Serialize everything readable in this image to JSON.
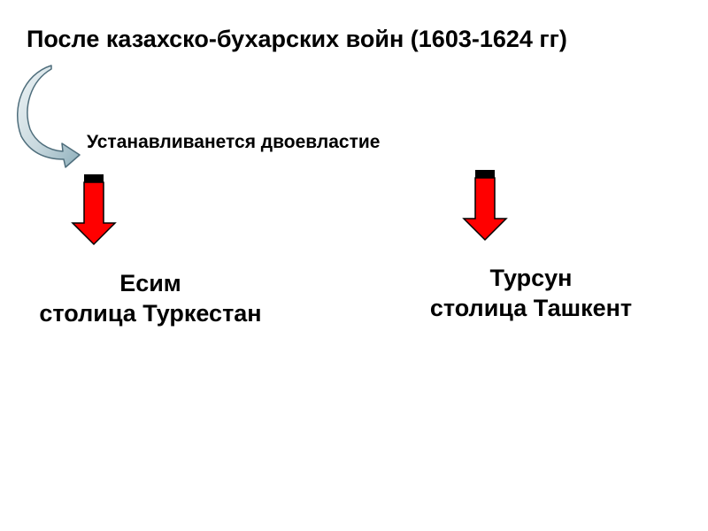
{
  "slide": {
    "title": "После казахско-бухарских войн (1603-1624 гг)",
    "subtitle": "Устанавливанется двоевластие",
    "left": {
      "name": "Есим",
      "capital": "столица Туркестан"
    },
    "right": {
      "name": "Турсун",
      "capital": "столица Ташкент"
    }
  },
  "colors": {
    "arrow_fill": "#ff0000",
    "arrow_cap": "#000000",
    "curve_fill": "#c9d9df",
    "curve_stroke": "#4f6e7c"
  },
  "icons": {
    "curve": "curved-arrow-icon",
    "down": "down-arrow-icon"
  }
}
